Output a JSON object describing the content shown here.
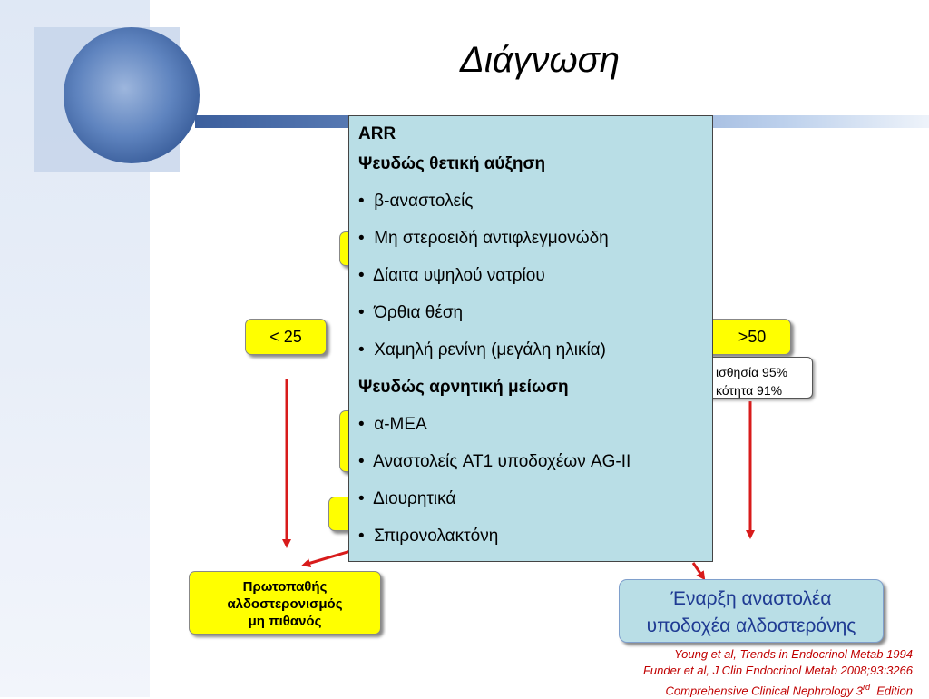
{
  "slide": {
    "title": "Διάγνωση",
    "threshold_left": "< 25",
    "threshold_right": ">50",
    "stats_line1": "ισθησία 95%",
    "stats_line2": "κότητα 91%",
    "popup": {
      "heading": "ARR",
      "false_positive_title": "Ψευδώς θετική αύξηση",
      "false_positive_items": [
        "β-αναστολείς",
        "Μη στεροειδή αντιφλεγμονώδη",
        "Δίαιτα υψηλού νατρίου",
        "Όρθια θέση",
        "Χαμηλή ρενίνη (μεγάλη ηλικία)"
      ],
      "false_negative_title": "Ψευδώς αρνητική μείωση",
      "false_negative_items": [
        "α-ΜΕΑ",
        "Αναστολείς AT1 υποδοχέων AG-II",
        "Διουρητικά",
        "Σπιρονολακτόνη"
      ],
      "bullet": "•"
    },
    "result_left_lines": [
      "Πρωτοπαθής",
      "αλδοστερονισμός",
      "μη πιθανός"
    ],
    "result_right_lines": [
      "Έναρξη αναστολέα",
      "υποδοχέα αλδοστερόνης"
    ],
    "references": {
      "ref1": "Young et al, Trends in Endocrinol Metab 1994",
      "ref2": "Funder et al, J Clin Endocrinol Metab 2008;93:3266",
      "ref3_prefix": "Comprehensive Clinical Nephrology 3",
      "ref3_sup": "rd",
      "ref3_suffix": "  Edition"
    },
    "colors": {
      "yellow": "#ffff00",
      "teal_box": "#b9dee6",
      "arrow_red": "#d81b1b",
      "reference_red": "#c00000",
      "result_blue_text": "#1f3b93"
    }
  }
}
